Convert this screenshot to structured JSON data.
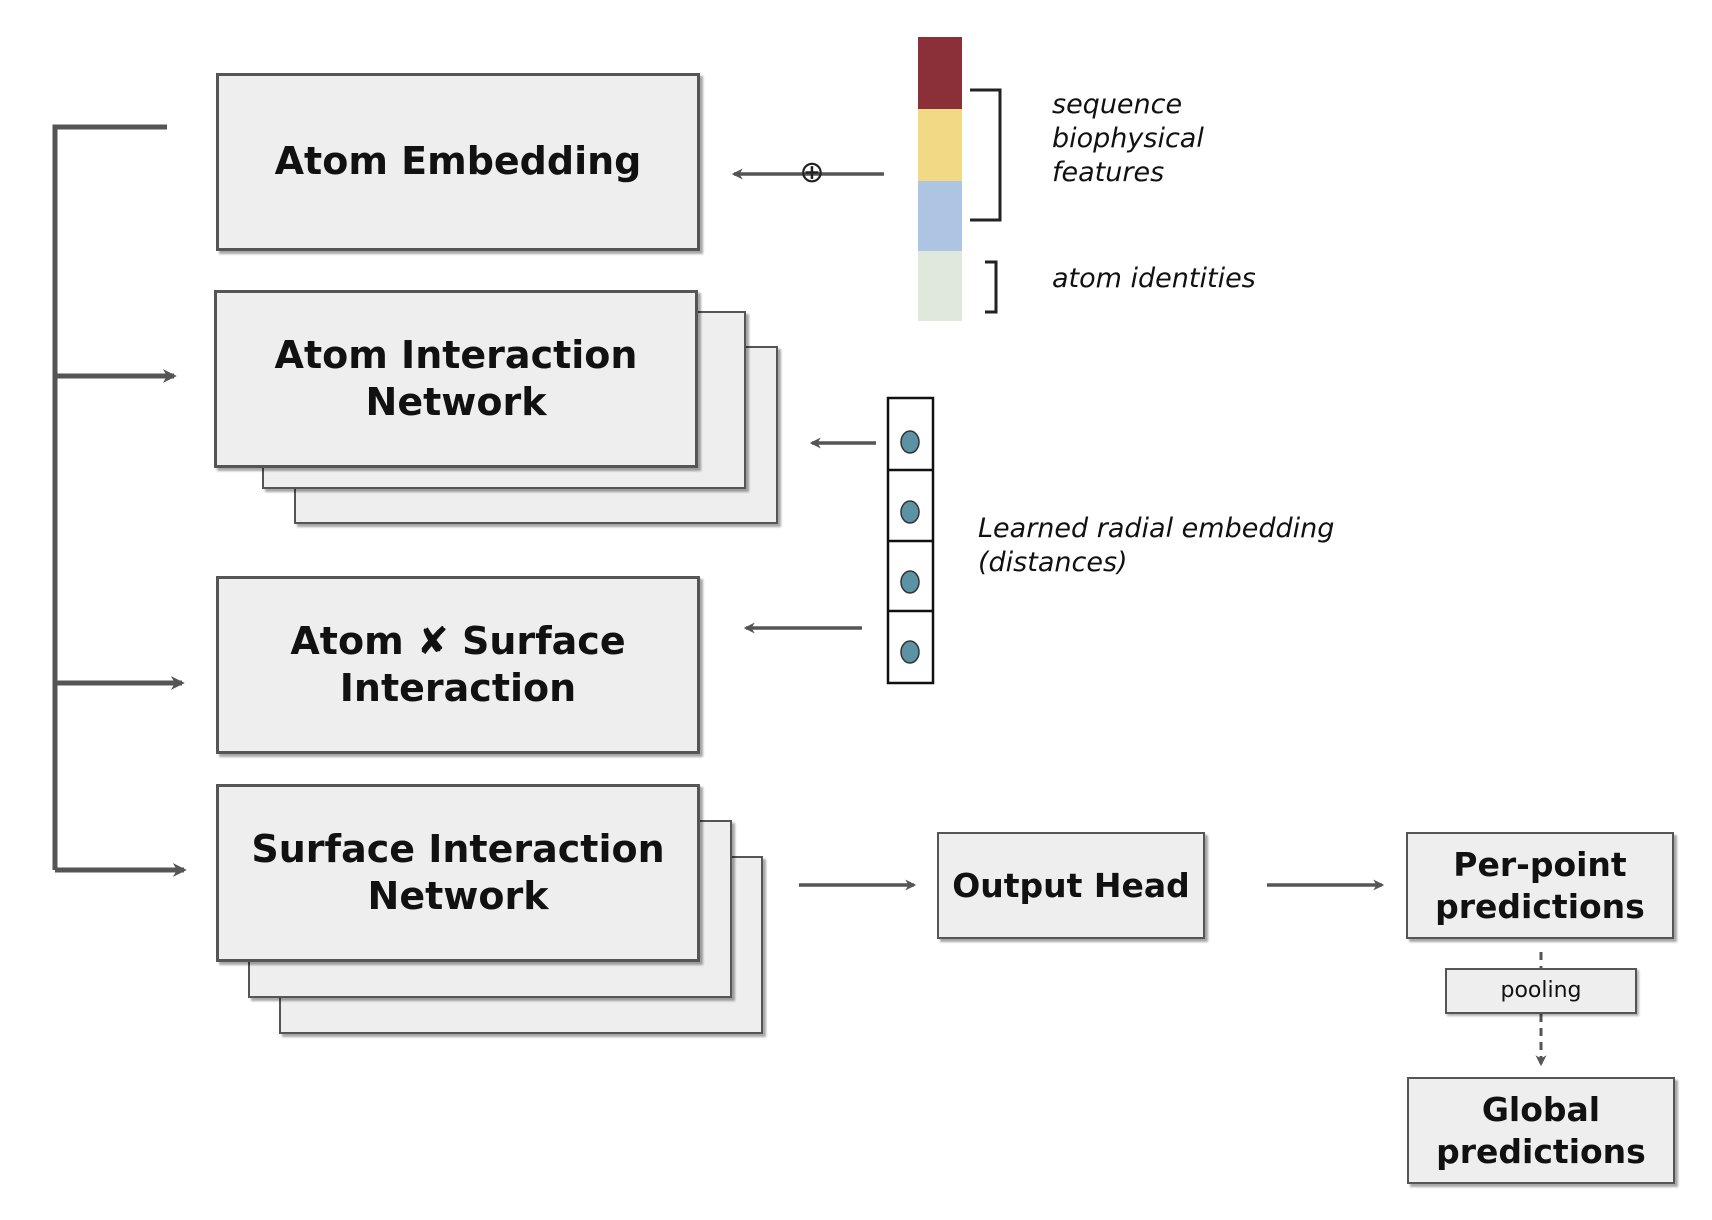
{
  "blocks": {
    "atom_embedding": "Atom Embedding",
    "atom_interaction_network": "Atom Interaction\nNetwork",
    "atom_surface_interaction": "Atom ✘ Surface\nInteraction",
    "surface_interaction_network": "Surface Interaction\nNetwork",
    "output_head": "Output Head",
    "per_point_predictions": "Per-point\npredictions",
    "pooling": "pooling",
    "global_predictions": "Global\npredictions"
  },
  "annotations": {
    "features": "sequence\nbiophysical\nfeatures",
    "atom_identities": "atom identities",
    "radial_embedding": "Learned radial embedding\n(distances)"
  },
  "symbols": {
    "combine": "⊕"
  },
  "colors": {
    "feature_red": "#8b3038",
    "feature_yellow": "#f2d985",
    "feature_blue": "#aec4e3",
    "feature_green": "#dfe8da",
    "radial_dot": "#5b93a5",
    "box_fill": "#eeeeee",
    "line": "#555555"
  }
}
